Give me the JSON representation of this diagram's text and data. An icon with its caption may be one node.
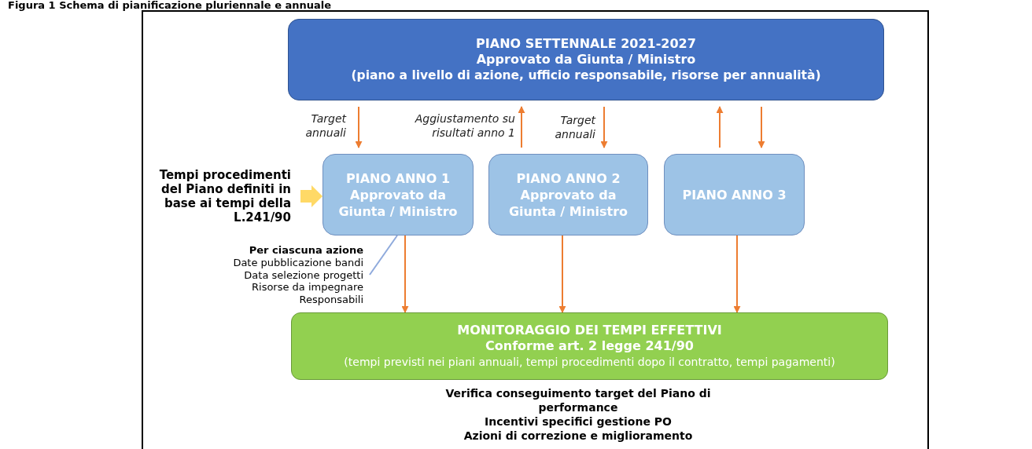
{
  "diagram": {
    "title": "Figura 1 Schema di pianificazione pluriennale e annuale",
    "nodes": [
      {
        "text": [
          "PIANO SETTENNALE 2021-2027",
          "Approvato da Giunta / Ministro",
          "(piano a livello di azione, ufficio responsabile, risorse per annualità)"
        ]
      },
      {
        "text": [
          "PIANO ANNO 1",
          "Approvato da Giunta / Ministro"
        ]
      },
      {
        "text": [
          "PIANO ANNO 2",
          "Approvato da Giunta / Ministro"
        ]
      },
      {
        "text": [
          "PIANO ANNO 3"
        ]
      },
      {
        "text": [
          "MONITORAGGIO DEI TEMPI EFFETTIVI",
          "Conforme art. 2 legge 241/90",
          "(tempi previsti nei piani annuali, tempi procedimenti dopo il contratto, tempi pagamenti)"
        ]
      },
      {
        "text": [
          "Tempi procedimenti del Piano definiti in base ai tempi della L.241/90"
        ]
      },
      {
        "text": [
          "Per ciascuna azione",
          "Date pubblicazione bandi Data selezione progetti Risorse da impegnare Responsabili"
        ]
      }
    ],
    "edges": [
      {
        "from": 0,
        "to": 1,
        "arrow": "to",
        "label": "Target annuali"
      },
      {
        "from": 2,
        "to": 0,
        "arrow": "to",
        "label": "Aggiustamento su risultati anno 1"
      },
      {
        "from": 0,
        "to": 2,
        "arrow": "to",
        "label": "Target annuali"
      },
      {
        "from": 3,
        "to": 0,
        "arrow": "to"
      },
      {
        "from": 0,
        "to": 3,
        "arrow": "to"
      },
      {
        "from": 1,
        "to": 4,
        "arrow": "to"
      },
      {
        "from": 2,
        "to": 4,
        "arrow": "to"
      },
      {
        "from": 3,
        "to": 4,
        "arrow": "to"
      },
      {
        "from": 5,
        "to": 1,
        "arrow": "to",
        "style": "thick",
        "color": "#ffd966"
      },
      {
        "from": 6,
        "to": 1,
        "arrow": "none",
        "color": "#8faadc"
      }
    ],
    "labels": [
      "Verifica conseguimento target del Piano di performance",
      "Incentivi specifici gestione PO",
      "Azioni di correzione e miglioramento"
    ]
  }
}
